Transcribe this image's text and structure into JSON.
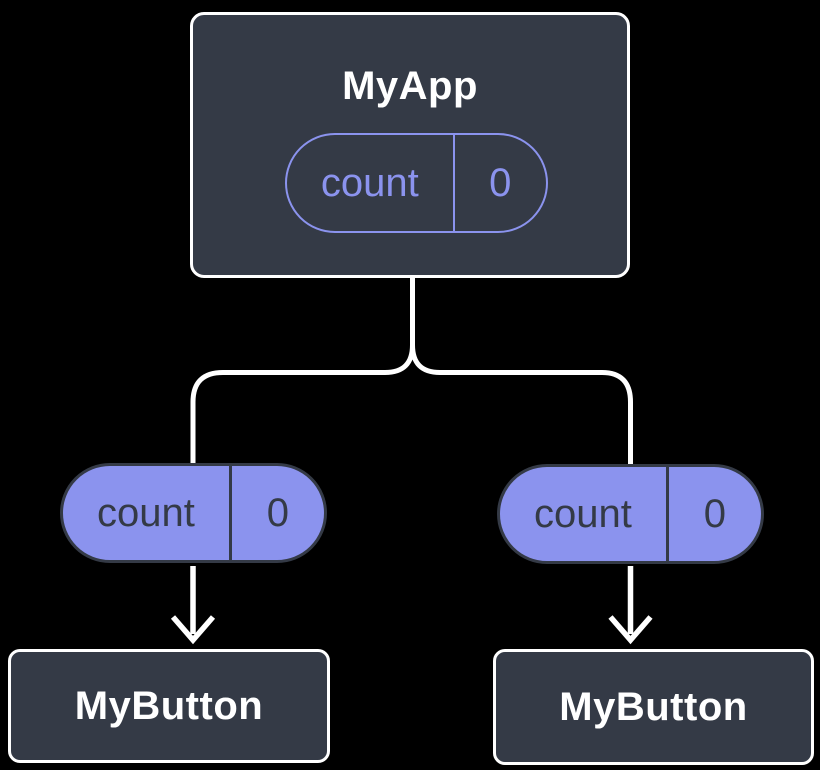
{
  "diagram": {
    "root": {
      "title": "MyApp",
      "state": {
        "name": "count",
        "value": "0"
      }
    },
    "branches": [
      {
        "state": {
          "name": "count",
          "value": "0"
        },
        "child": {
          "title": "MyButton"
        }
      },
      {
        "state": {
          "name": "count",
          "value": "0"
        },
        "child": {
          "title": "MyButton"
        }
      }
    ]
  },
  "colors": {
    "background": "#000000",
    "node-fill": "#343A46",
    "node-border": "#FFFFFF",
    "node-text": "#FFFFFF",
    "accent-purple": "#8B93EE",
    "pill-dark": "#343A46",
    "connector": "#FFFFFF"
  }
}
